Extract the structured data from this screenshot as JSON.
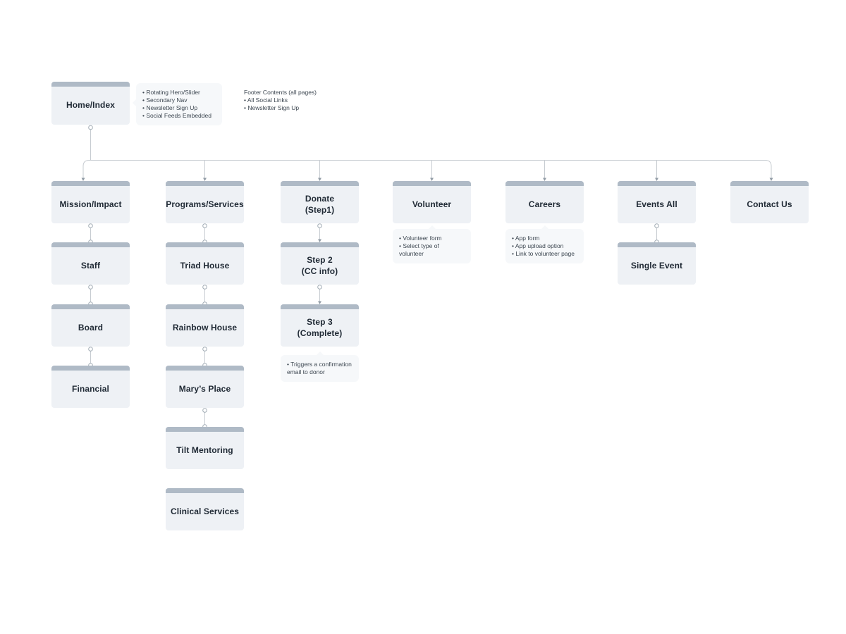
{
  "colors": {
    "box_bar": "#afbac6",
    "box_body": "#eef1f5",
    "note_bg": "#f6f8fa",
    "line": "#c7ccd1",
    "circle_stroke": "#a3adb6",
    "arrow": "#929ca6",
    "label_text": "#202a35",
    "note_text": "#3c4650"
  },
  "nodes": {
    "home": {
      "label": "Home/Index"
    },
    "mission": {
      "label": "Mission/Impact"
    },
    "staff": {
      "label": "Staff"
    },
    "board": {
      "label": "Board"
    },
    "financial": {
      "label": "Financial"
    },
    "programs": {
      "label": "Programs/Services"
    },
    "triad": {
      "label": "Triad House"
    },
    "rainbow": {
      "label": "Rainbow House"
    },
    "marys": {
      "label": "Mary’s Place"
    },
    "tilt": {
      "label": "Tilt Mentoring"
    },
    "clinical": {
      "label": "Clinical Services"
    },
    "donate": {
      "label": "Donate\n(Step1)"
    },
    "step2": {
      "label": "Step 2\n(CC info)"
    },
    "step3": {
      "label": "Step 3\n(Complete)"
    },
    "volunteer": {
      "label": "Volunteer"
    },
    "careers": {
      "label": "Careers"
    },
    "events": {
      "label": "Events All"
    },
    "single_event": {
      "label": "Single Event"
    },
    "contact": {
      "label": "Contact Us"
    }
  },
  "notes": {
    "home_note": {
      "items": [
        "• Rotating Hero/Slider",
        "• Secondary Nav",
        "• Newsletter Sign Up",
        "• Social Feeds Embedded"
      ]
    },
    "footer_note": {
      "title": "Footer Contents (all pages)",
      "items": [
        "• All Social Links",
        "• Newsletter Sign Up"
      ]
    },
    "volunteer_note": {
      "items": [
        "• Volunteer form",
        "• Select type of volunteer"
      ]
    },
    "careers_note": {
      "items": [
        "• App form",
        "• App upload option",
        "• Link to volunteer page"
      ]
    },
    "donate_note": {
      "items": [
        "• Triggers a confirmation email to donor"
      ]
    }
  }
}
